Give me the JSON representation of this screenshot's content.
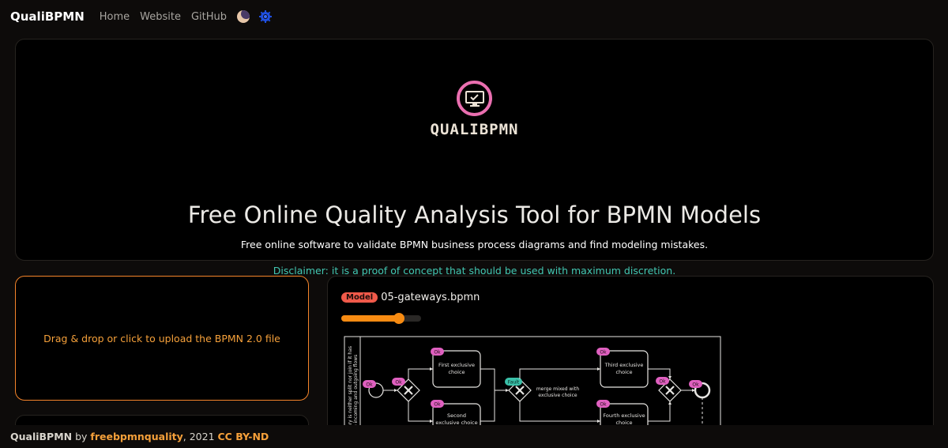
{
  "navbar": {
    "brand": "QualiBPMN",
    "links": [
      "Home",
      "Website",
      "GitHub"
    ],
    "theme_icon": "moon-icon",
    "settings_icon": "gear-icon"
  },
  "hero": {
    "logo_text": "QUALIBPMN",
    "logo_icon": "monitor-check-icon",
    "title": "Free Online Quality Analysis Tool for BPMN Models",
    "subtitle": "Free online software to validate BPMN business process diagrams and find modeling mistakes.",
    "disclaimer": "Disclaimer: it is a proof of concept that should be used with maximum discretion."
  },
  "upload": {
    "label": "Drag & drop or click to upload the BPMN 2.0 file"
  },
  "model": {
    "badge": "Model",
    "filename": "05-gateways.bpmn",
    "zoom_fraction": 0.72,
    "diagram": {
      "lane_text_1": "ary is neither split nor join if it has",
      "lane_text_2": "e incoming and outgoing flows",
      "tasks": [
        "First exclusive choice",
        "Second exclusive choice",
        "Third exclusive choice",
        "Fourth exclusive choice"
      ],
      "gateway_label": "merge mixed with exclusive choice",
      "ok_badge": "Ok",
      "fault_badge": "Fault"
    }
  },
  "footer": {
    "name": "QualiBPMN",
    "by": " by ",
    "author": "freebpmnquality",
    "year": ", 2021 ",
    "license": "CC BY-ND"
  },
  "colors": {
    "accent_orange": "#f78b12",
    "disclaimer_teal": "#42c7b2",
    "logo_pink": "#ea6fb0",
    "ok_badge": "#e060c0",
    "fault_badge": "#3ac0a8",
    "model_badge": "#f05a4a"
  }
}
